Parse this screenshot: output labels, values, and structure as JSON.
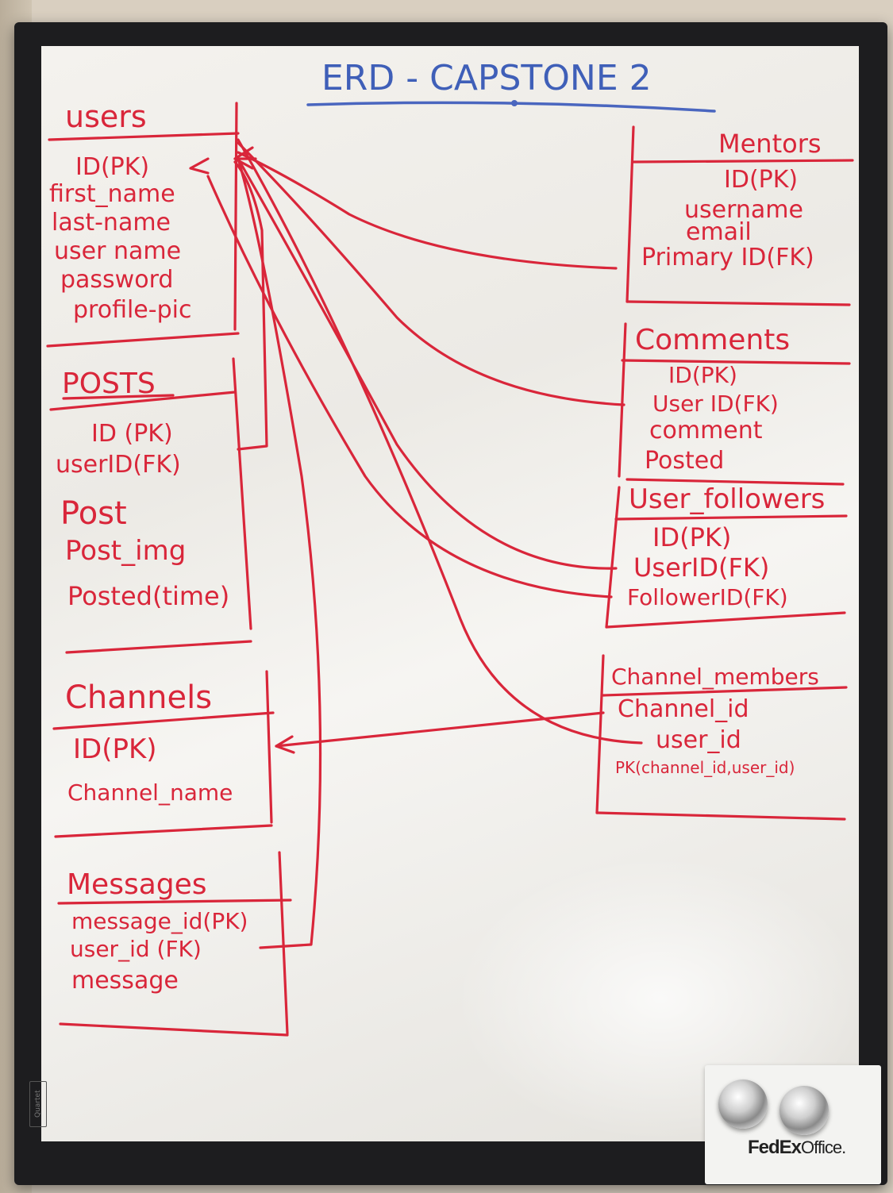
{
  "title": "ERD - CAPSTONE 2",
  "tables": [
    {
      "id": "users",
      "name": "users",
      "fields": [
        "ID(PK)",
        "first_name",
        "last-name",
        "user name",
        "password",
        "profile-pic"
      ]
    },
    {
      "id": "posts",
      "name": "POSTS",
      "fields": [
        "ID (PK)",
        "userID(FK)",
        "Post",
        "Post_img",
        "Posted(time)"
      ]
    },
    {
      "id": "channels",
      "name": "Channels",
      "fields": [
        "ID(PK)",
        "Channel_name"
      ]
    },
    {
      "id": "messages",
      "name": "Messages",
      "fields": [
        "message_id(PK)",
        "user_id (FK)",
        "message"
      ]
    },
    {
      "id": "mentors",
      "name": "Mentors",
      "fields": [
        "ID(PK)",
        "username",
        "email",
        "Primary ID(FK)"
      ]
    },
    {
      "id": "comments",
      "name": "Comments",
      "fields": [
        "ID(PK)",
        "User ID(FK)",
        "comment",
        "Posted"
      ]
    },
    {
      "id": "user_followers",
      "name": "User_followers",
      "fields": [
        "ID(PK)",
        "UserID(FK)",
        "FollowerID(FK)"
      ]
    },
    {
      "id": "channel_members",
      "name": "Channel_members",
      "fields": [
        "Channel_id",
        "user_id",
        "PK(channel_id,user_id)"
      ]
    }
  ],
  "relationships": [
    {
      "from": "posts.userID",
      "to": "users.ID"
    },
    {
      "from": "messages.user_id",
      "to": "users.ID"
    },
    {
      "from": "mentors.PrimaryID",
      "to": "users.ID"
    },
    {
      "from": "comments.UserID",
      "to": "users.ID"
    },
    {
      "from": "user_followers.UserID",
      "to": "users.ID"
    },
    {
      "from": "user_followers.FollowerID",
      "to": "users.ID"
    },
    {
      "from": "channel_members.user_id",
      "to": "users.ID"
    },
    {
      "from": "channel_members.Channel_id",
      "to": "channels.ID"
    }
  ],
  "magnet_card": {
    "brand_fedex": "FedEx",
    "brand_office": "Office."
  },
  "frame_label": "Quartet",
  "colors": {
    "marker_red": "#d9263a",
    "marker_blue": "#3f5fb8",
    "frame": "#1d1d1f",
    "board": "#f0eeea"
  }
}
